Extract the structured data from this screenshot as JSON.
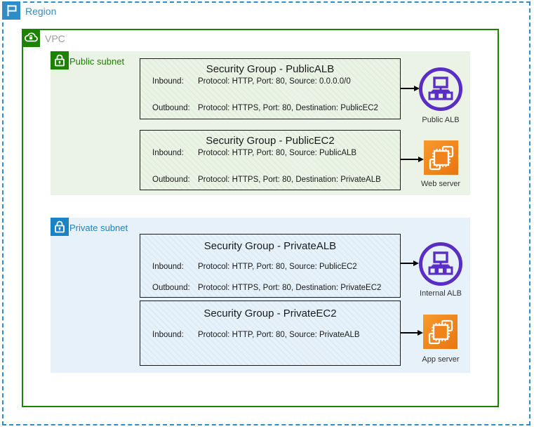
{
  "region": {
    "label": "Region"
  },
  "vpc": {
    "label": "VPC"
  },
  "public_subnet": {
    "label": "Public subnet"
  },
  "private_subnet": {
    "label": "Private subnet"
  },
  "security_groups": [
    {
      "title": "Security Group - PublicALB",
      "rows": [
        {
          "label": "Inbound:",
          "text": "Protocol: HTTP, Port: 80, Source: 0.0.0.0/0"
        },
        {
          "label": "Outbound:",
          "text": "Protocol: HTTPS, Port: 80, Destination: PublicEC2"
        }
      ]
    },
    {
      "title": "Security Group - PublicEC2",
      "rows": [
        {
          "label": "Inbound:",
          "text": "Protocol: HTTP, Port: 80, Source: PublicALB"
        },
        {
          "label": "Outbound:",
          "text": "Protocol: HTTPS, Port: 80, Destination: PrivateALB"
        }
      ]
    },
    {
      "title": "Security Group - PrivateALB",
      "rows": [
        {
          "label": "Inbound:",
          "text": "Protocol: HTTP, Port: 80, Source: PublicEC2"
        },
        {
          "label": "Outbound:",
          "text": "Protocol: HTTPS, Port: 80, Destination: PrivateEC2"
        }
      ]
    },
    {
      "title": "Security Group - PrivateEC2",
      "rows": [
        {
          "label": "Inbound:",
          "text": "Protocol: HTTP, Port: 80, Source: PrivateALB"
        }
      ]
    }
  ],
  "nodes": [
    {
      "label": "Public ALB",
      "icon": "load-balancer-icon"
    },
    {
      "label": "Web server",
      "icon": "ec2-instance-icon"
    },
    {
      "label": "Internal ALB",
      "icon": "load-balancer-icon"
    },
    {
      "label": "App server",
      "icon": "ec2-instance-icon"
    }
  ],
  "colors": {
    "region_blue": "#2E8CC8",
    "vpc_green": "#1D8102",
    "private_blue": "#1B82C4",
    "public_subnet_bg": "#EAF3E6",
    "private_subnet_bg": "#E7F1F9",
    "alb_purple": "#5A2EC4",
    "ec2_orange": "#ED7615"
  }
}
